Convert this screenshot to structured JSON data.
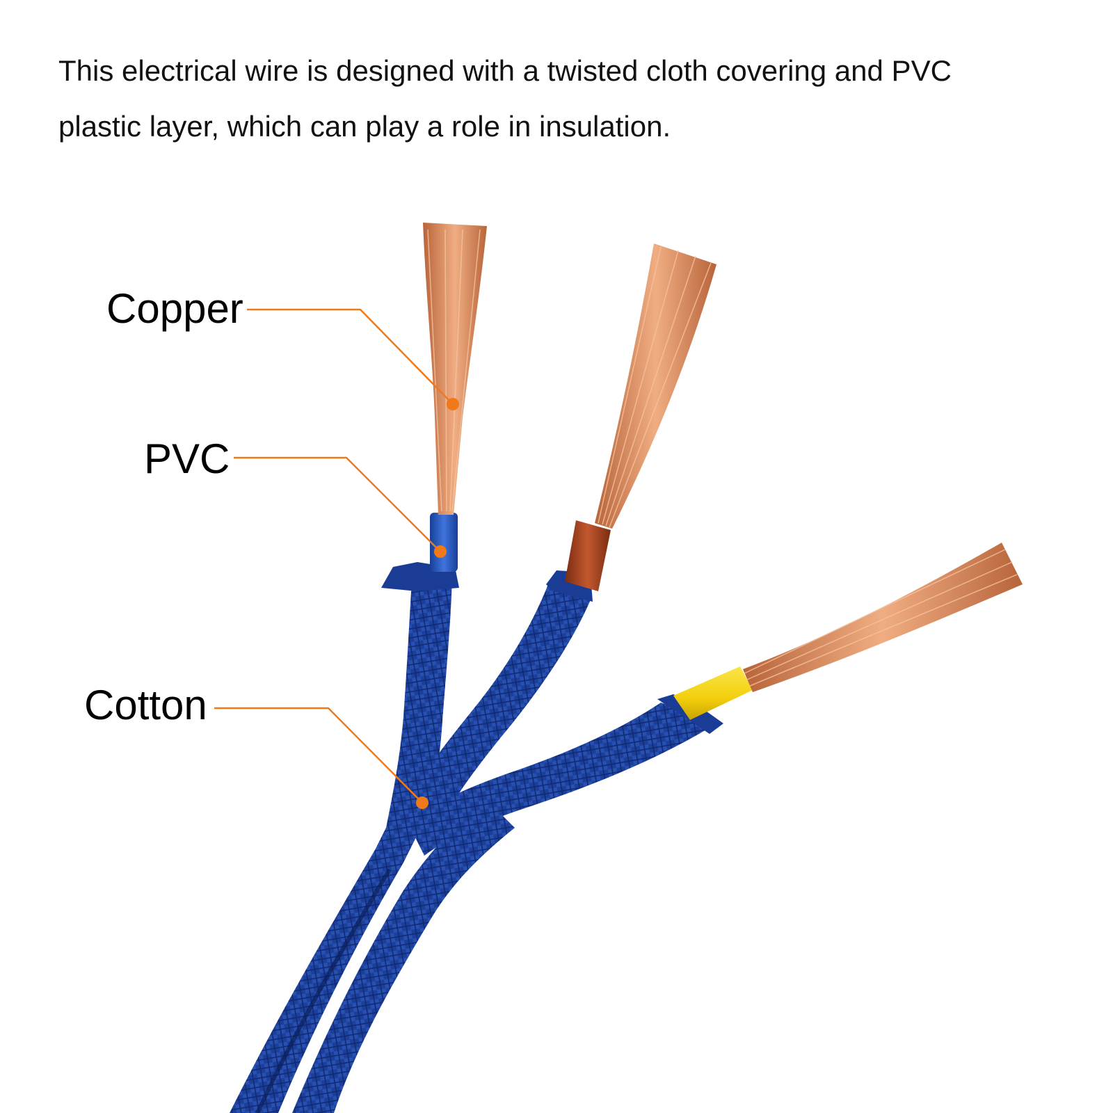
{
  "description": {
    "line1": "This electrical wire is designed with a twisted cloth covering and PVC",
    "line2": "plastic layer, which can play a role in insulation."
  },
  "labels": {
    "copper": "Copper",
    "pvc": "PVC",
    "cotton": "Cotton"
  },
  "colors": {
    "leader_line": "#f07a1a",
    "cloth_braid": "#1c3f9a",
    "copper_strand": "#d9875a",
    "pvc_blue": "#1d4fb5",
    "pvc_brown": "#9c3e1c",
    "pvc_yellow": "#f2cf0c"
  }
}
